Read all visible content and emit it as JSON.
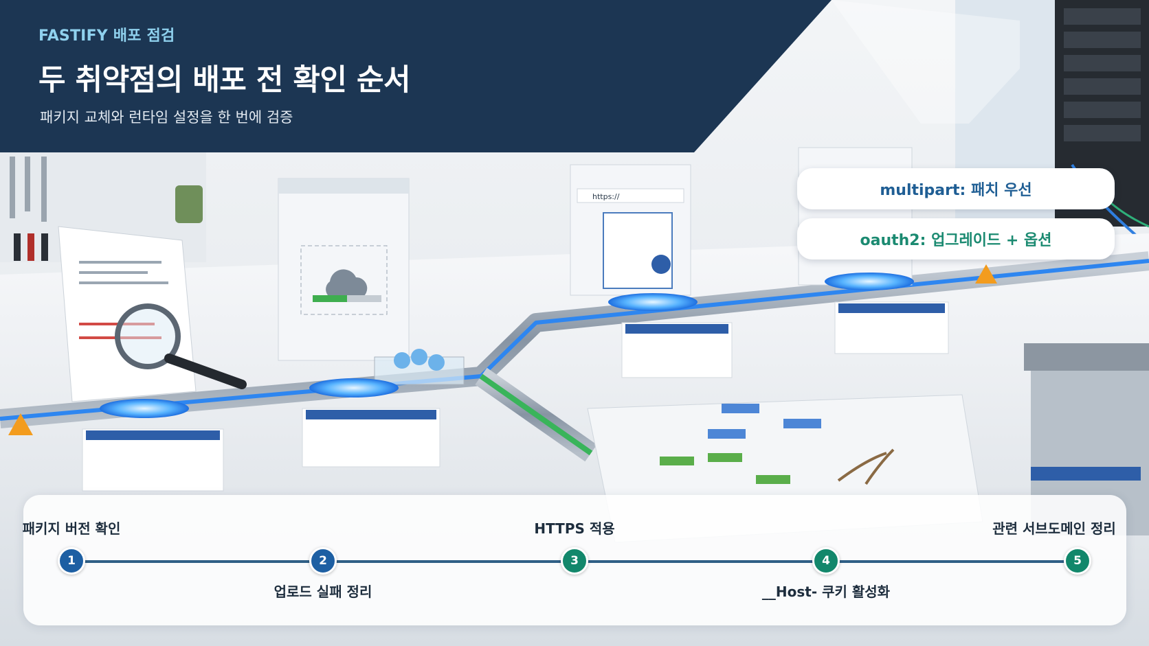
{
  "header": {
    "eyebrow": "FASTIFY 배포 점검",
    "title": "두 취약점의 배포 전 확인 순서",
    "subtitle": "패키지 교체와 런타임 설정을 한 번에 검증"
  },
  "callouts": [
    {
      "text": "multipart: 패치 우선",
      "color": "#1f5e94"
    },
    {
      "text": "oauth2: 업그레이드 + 옵션",
      "color": "#1b8a71"
    }
  ],
  "timeline": {
    "line_color": "#2f5f86",
    "steps": [
      {
        "number": "1",
        "label": "패키지 버전 확인",
        "color": "#1d5fa3"
      },
      {
        "number": "2",
        "label": "업로드 실패 정리",
        "color": "#1d5fa3"
      },
      {
        "number": "3",
        "label": "HTTPS 적용",
        "color": "#12876b"
      },
      {
        "number": "4",
        "label": "__Host- 쿠키 활성화",
        "color": "#12876b"
      },
      {
        "number": "5",
        "label": "관련 서브도메인 정리",
        "color": "#12876b"
      }
    ]
  },
  "scene": {
    "browser_url": "https://"
  },
  "colors": {
    "header_bg": "#1c3653",
    "accent_blue": "#1d5fa3",
    "accent_green": "#12876b"
  }
}
